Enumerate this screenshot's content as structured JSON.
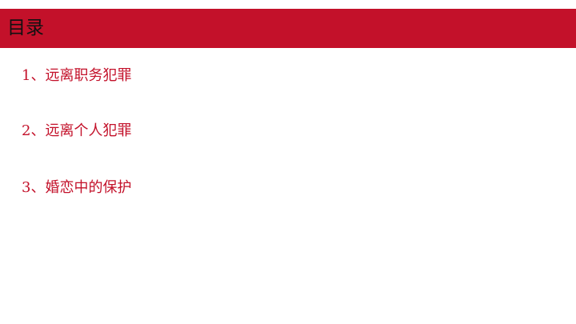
{
  "slide": {
    "title": "目录",
    "items": [
      "1、远离职务犯罪",
      "2、远离个人犯罪",
      "3、婚恋中的保护"
    ]
  },
  "colors": {
    "accent": "#c3112a",
    "title_text": "#111111",
    "background": "#ffffff"
  }
}
